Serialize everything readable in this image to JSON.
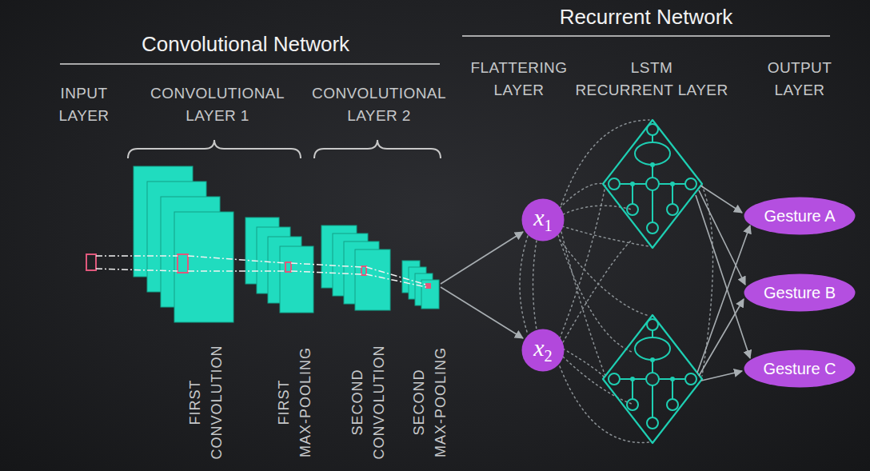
{
  "diagram": {
    "nodes": [
      {
        "text": [
          "x1"
        ]
      },
      {
        "text": [
          "x2"
        ]
      },
      {
        "text": [
          "Gesture A"
        ]
      },
      {
        "text": [
          "Gesture B"
        ]
      },
      {
        "text": [
          "Gesture C"
        ]
      }
    ],
    "labels": [
      "Convolutional Network",
      "Recurrent Network",
      "INPUT LAYER",
      "CONVOLUTIONAL LAYER 1",
      "CONVOLUTIONAL LAYER 2",
      "FLATTERING LAYER",
      "LSTM RECURRENT LAYER",
      "OUTPUT LAYER",
      "FIRST CONVOLUTION",
      "FIRST MAX-POOLING",
      "SECOND CONVOLUTION",
      "SECOND MAX-POOLING"
    ]
  }
}
